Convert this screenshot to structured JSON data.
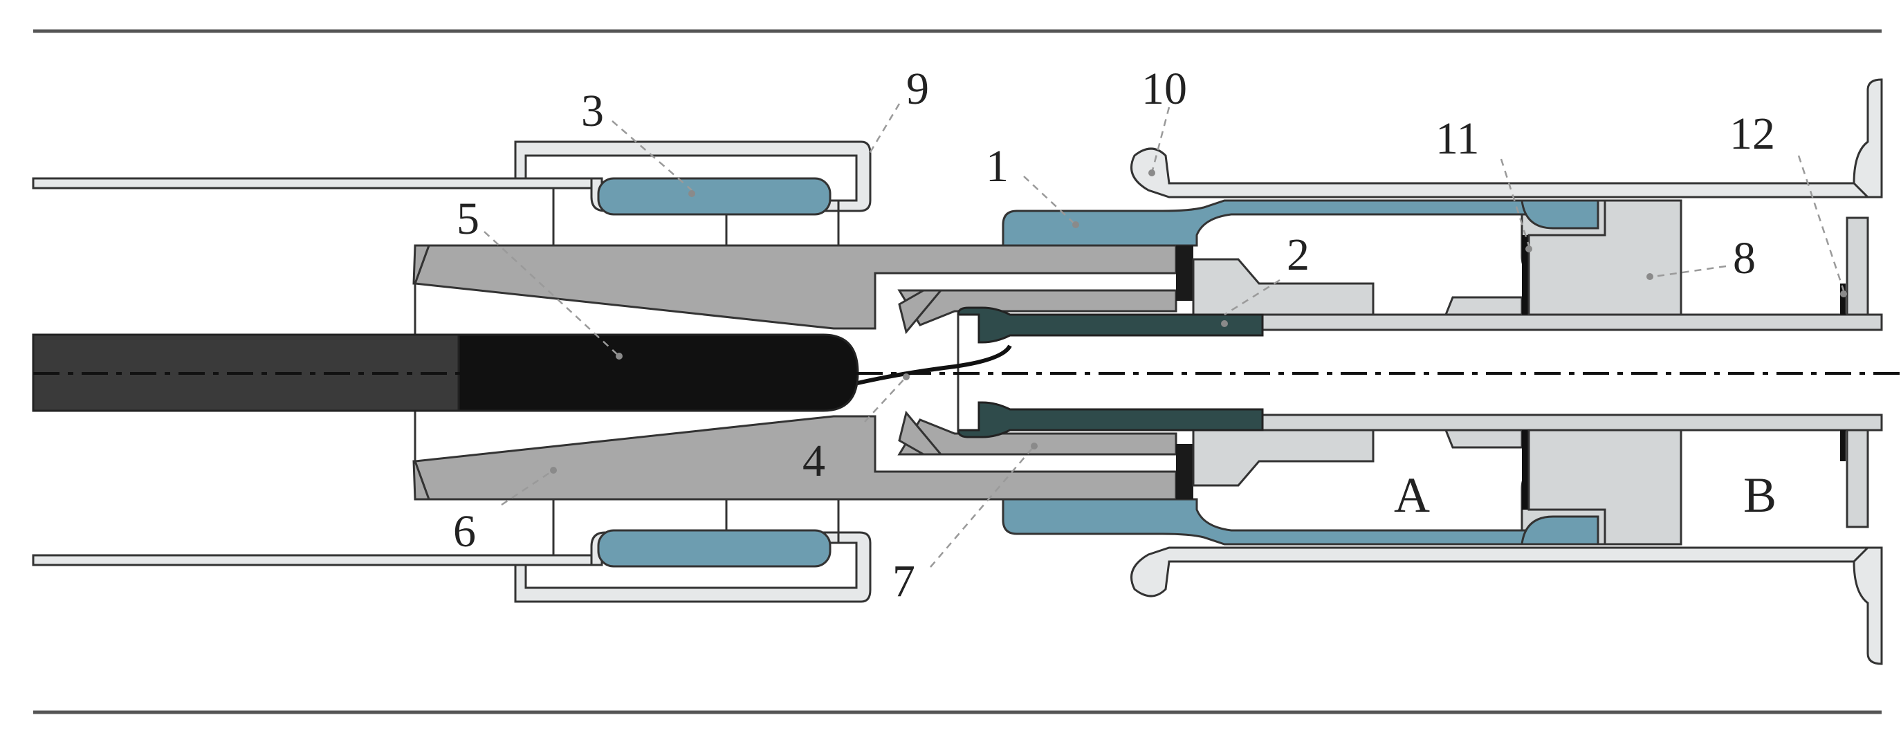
{
  "figure": {
    "callouts": [
      {
        "id": "1",
        "text": "1"
      },
      {
        "id": "2",
        "text": "2"
      },
      {
        "id": "3",
        "text": "3"
      },
      {
        "id": "4",
        "text": "4"
      },
      {
        "id": "5",
        "text": "5"
      },
      {
        "id": "6",
        "text": "6"
      },
      {
        "id": "7",
        "text": "7"
      },
      {
        "id": "8",
        "text": "8"
      },
      {
        "id": "9",
        "text": "9"
      },
      {
        "id": "10",
        "text": "10"
      },
      {
        "id": "11",
        "text": "11"
      },
      {
        "id": "12",
        "text": "12"
      }
    ],
    "zones": {
      "a": "A",
      "b": "B"
    },
    "colors": {
      "grey_part": "#a8a8a8",
      "light_grey_part": "#d3d6d7",
      "blue_part": "#6d9db0",
      "dark_teal_part": "#2f4b4b",
      "black_part": "#1a1a1a",
      "outline": "#333333"
    }
  }
}
